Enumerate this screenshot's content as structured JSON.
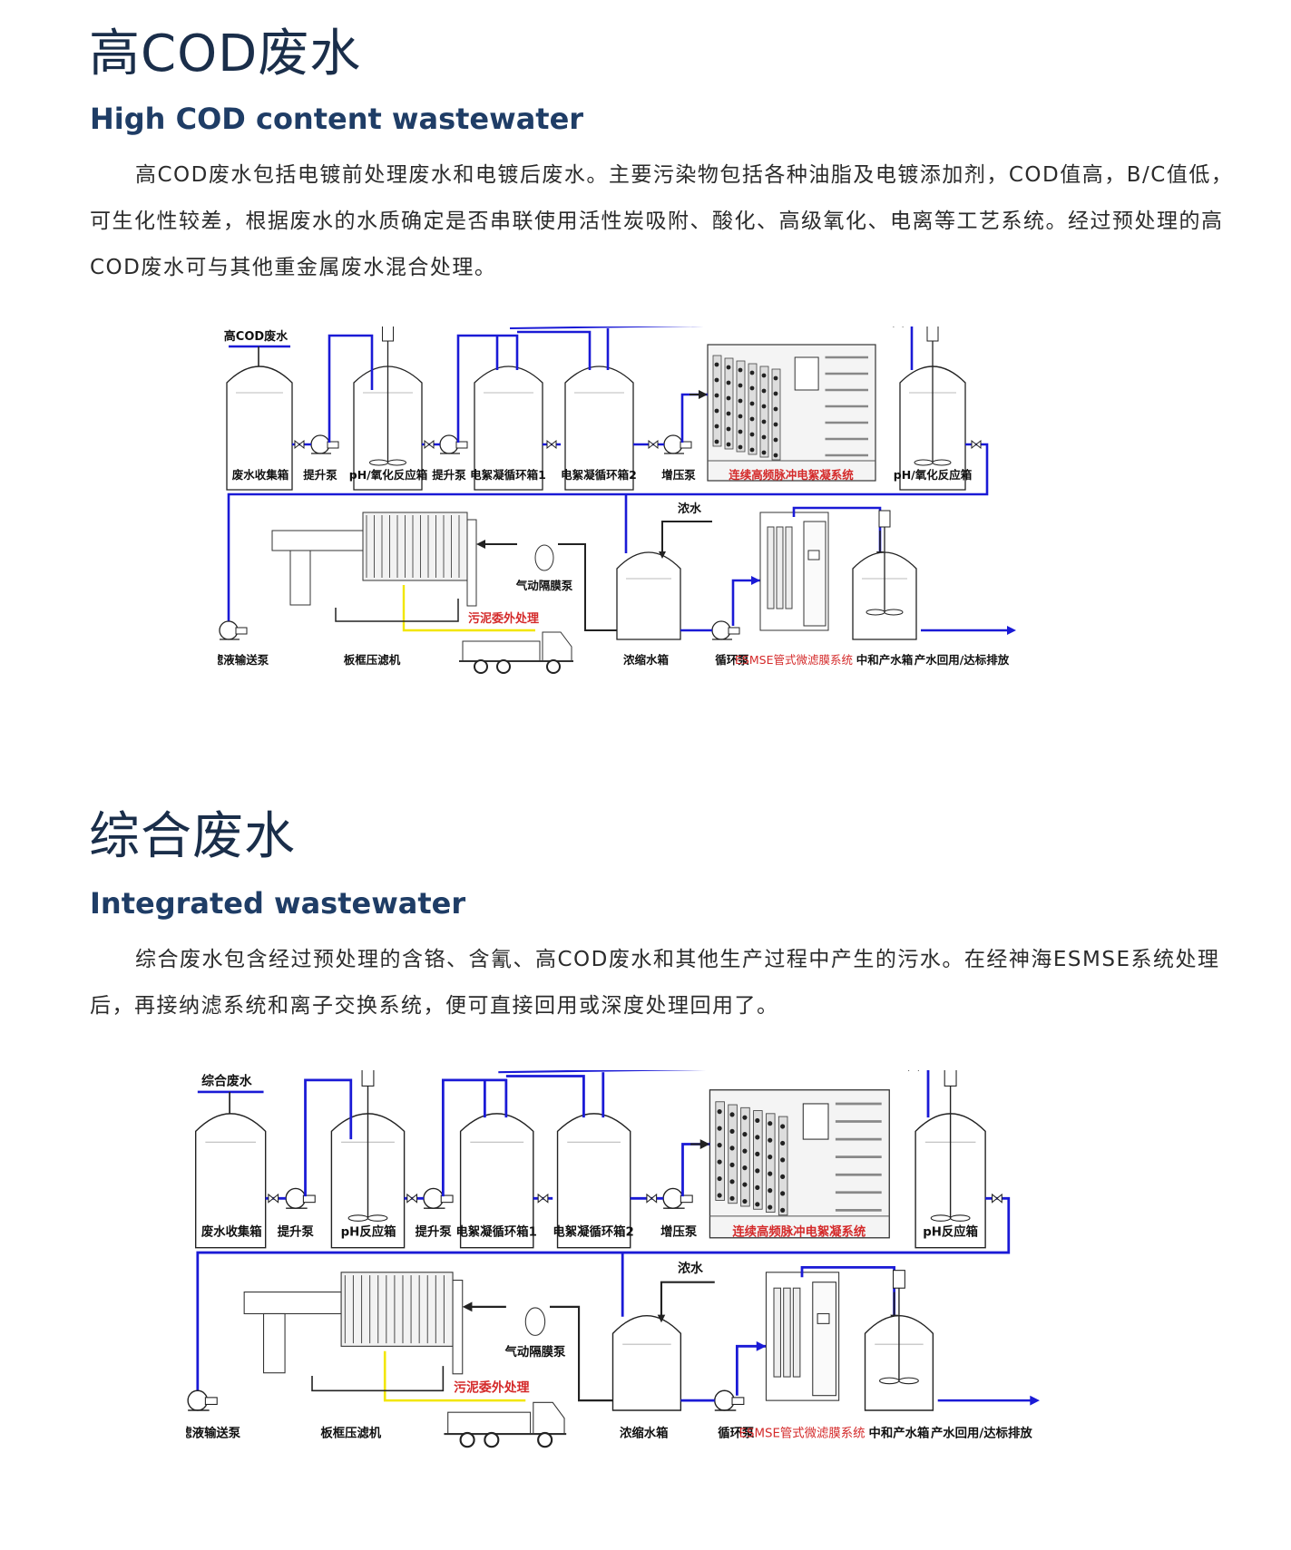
{
  "sections": [
    {
      "title_cn": "高COD废水",
      "title_en": "High COD content wastewater",
      "paragraph": "高COD废水包括电镀前处理废水和电镀后废水。主要污染物包括各种油脂及电镀添加剂，COD值高，B/C值低，可生化性较差，根据废水的水质确定是否串联使用活性炭吸附、酸化、高级氧化、电离等工艺系统。经过预处理的高COD废水可与其他重金属废水混合处理。",
      "diagram": {
        "inlet": "高COD废水",
        "labels": [
          "废水收集箱",
          "提升泵",
          "pH/氧化反应箱",
          "提升泵",
          "电絮凝循环箱1",
          "电絮凝循环箱2",
          "增压泵",
          "连续高频脉冲电絮凝系统",
          "pH/氧化反应箱"
        ],
        "bottom_labels": [
          "滤液输送泵",
          "板框压滤机",
          "浓缩水箱",
          "循环泵",
          "ESMSE管式微滤膜系统",
          "中和产水箱",
          "产水回用/达标排放"
        ],
        "concentrate": "浓水",
        "pump": "气动隔膜泵",
        "sludge": "污泥委外处理"
      }
    },
    {
      "title_cn": "综合废水",
      "title_en": "Integrated wastewater",
      "paragraph": "综合废水包含经过预处理的含铬、含氰、高COD废水和其他生产过程中产生的污水。在经神海ESMSE系统处理后，再接纳滤系统和离子交换系统，便可直接回用或深度处理回用了。",
      "diagram": {
        "inlet": "综合废水",
        "labels": [
          "废水收集箱",
          "提升泵",
          "pH反应箱",
          "提升泵",
          "电絮凝循环箱1",
          "电絮凝循环箱2",
          "增压泵",
          "连续高频脉冲电絮凝系统",
          "pH反应箱"
        ],
        "bottom_labels": [
          "滤液输送泵",
          "板框压滤机",
          "浓缩水箱",
          "循环泵",
          "ESMSE管式微滤膜系统",
          "中和产水箱",
          "产水回用/达标排放"
        ],
        "concentrate": "浓水",
        "pump": "气动隔膜泵",
        "sludge": "污泥委外处理"
      }
    }
  ],
  "colors": {
    "pipe_blue": "#1a1ad6",
    "sludge_yellow": "#f2e600",
    "red_label": "#d42a2a",
    "title": "#1a2e4a"
  }
}
